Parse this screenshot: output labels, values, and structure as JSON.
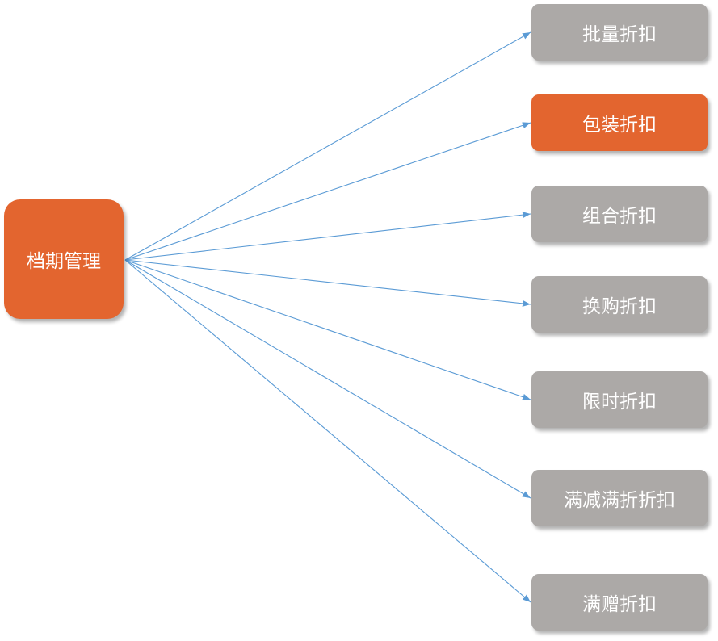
{
  "root": {
    "label": "档期管理",
    "color": "#E3652F"
  },
  "children": [
    {
      "label": "批量折扣",
      "highlighted": false
    },
    {
      "label": "包装折扣",
      "highlighted": true
    },
    {
      "label": "组合折扣",
      "highlighted": false
    },
    {
      "label": "换购折扣",
      "highlighted": false
    },
    {
      "label": "限时折扣",
      "highlighted": false
    },
    {
      "label": "满减满折折扣",
      "highlighted": false
    },
    {
      "label": "满赠折扣",
      "highlighted": false
    }
  ],
  "colors": {
    "leaf": "#ACA9A7",
    "highlight": "#E3652F",
    "arrow": "#5B9BD5"
  }
}
